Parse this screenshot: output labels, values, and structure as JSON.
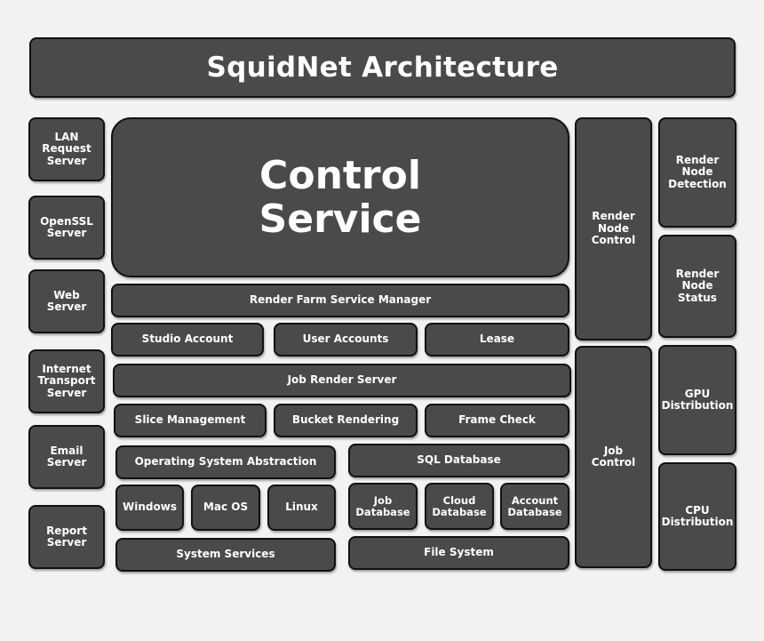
{
  "title": "SquidNet Architecture",
  "control_service": "Control\nService",
  "left_column": [
    "LAN\nRequest\nServer",
    "OpenSSL\nServer",
    "Web\nServer",
    "Internet\nTransport\nServer",
    "Email\nServer",
    "Report\nServer"
  ],
  "center": {
    "render_farm_service_manager": "Render Farm Service Manager",
    "studio_account": "Studio Account",
    "user_accounts": "User Accounts",
    "lease": "Lease",
    "job_render_server": "Job Render Server",
    "slice_management": "Slice Management",
    "bucket_rendering": "Bucket Rendering",
    "frame_check": "Frame Check",
    "operating_system_abstraction": "Operating System Abstraction",
    "windows": "Windows",
    "mac_os": "Mac OS",
    "linux": "Linux",
    "system_services": "System Services",
    "sql_database": "SQL Database",
    "job_database": "Job\nDatabase",
    "cloud_database": "Cloud\nDatabase",
    "account_database": "Account\nDatabase",
    "file_system": "File System"
  },
  "node_column": {
    "render_node_control": "Render\nNode\nControl",
    "job_control": "Job\nControl"
  },
  "right_column": [
    "Render\nNode\nDetection",
    "Render\nNode\nStatus",
    "GPU\nDistribution",
    "CPU\nDistribution"
  ]
}
